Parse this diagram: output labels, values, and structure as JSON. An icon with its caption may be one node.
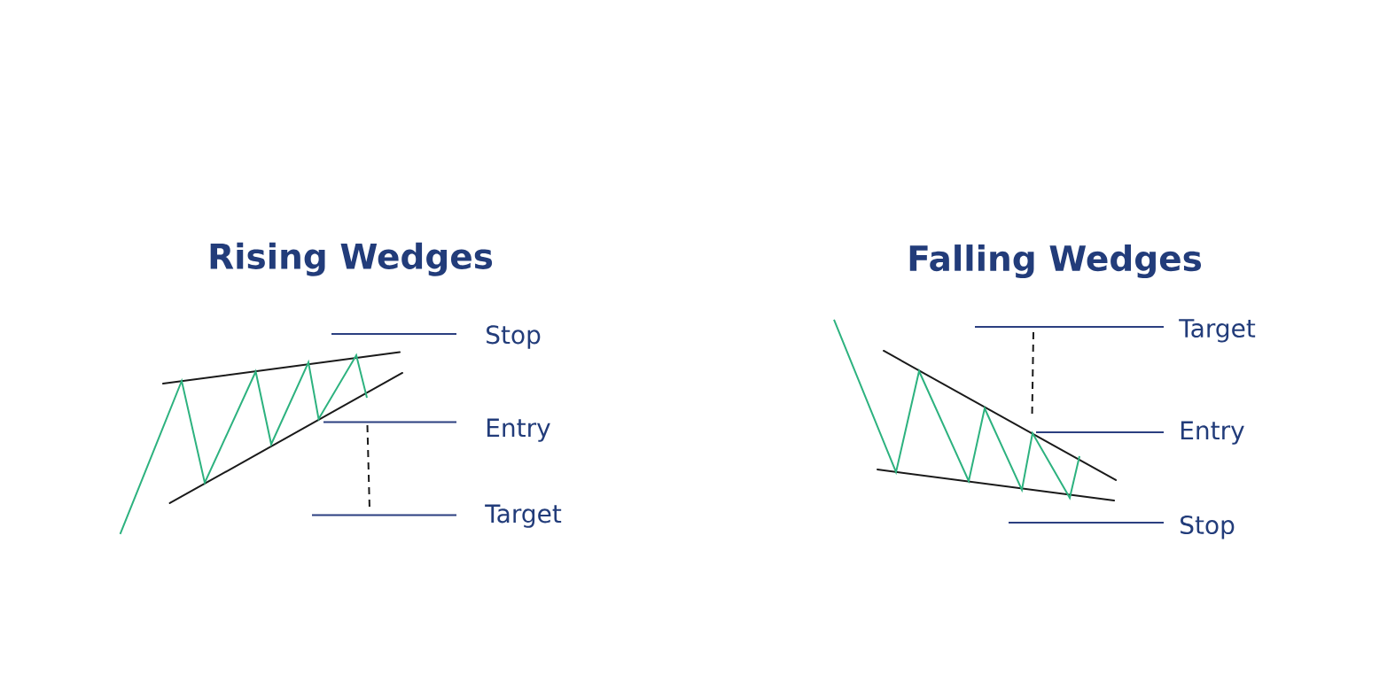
{
  "diagram": {
    "labels": [
      "Rising Wedges",
      "Stop",
      "Entry",
      "Target",
      "Falling Wedges",
      "Target",
      "Entry",
      "Stop"
    ]
  }
}
